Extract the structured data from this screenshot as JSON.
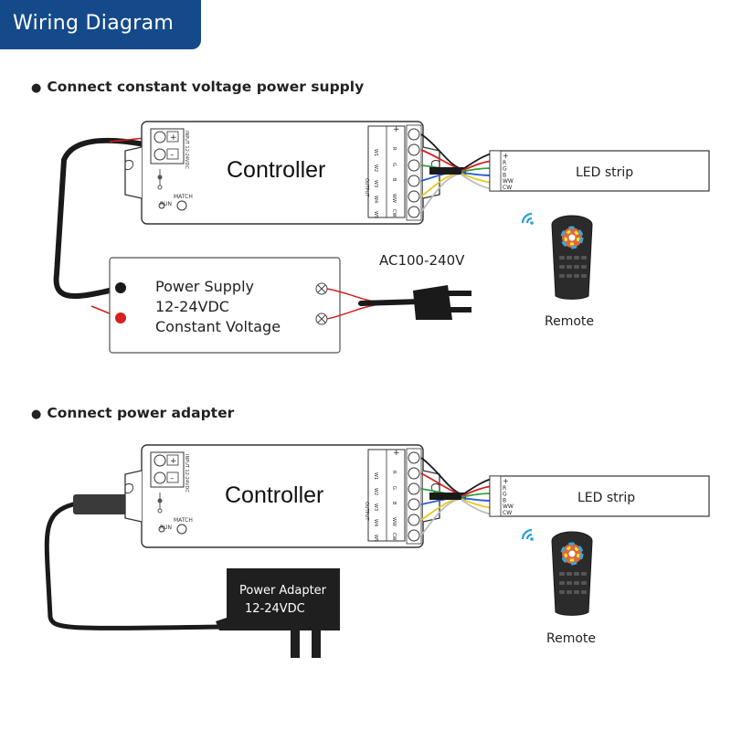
{
  "header": {
    "title": "Wiring Diagram",
    "color": "#154a8a"
  },
  "sections": [
    {
      "bullet": "●",
      "title": "Connect constant voltage power supply",
      "controller": {
        "label": "Controller",
        "input_label": "INPUT\n12-24VDC",
        "plus": "+",
        "minus": "–",
        "run": "RUN",
        "match": "MATCH",
        "output_label": "OUTPUT",
        "outputs_a": [
          "W1",
          "W2",
          "W3",
          "W4",
          "W5"
        ],
        "outputs_b": [
          "+",
          "R",
          "G",
          "B",
          "WW",
          "CW"
        ]
      },
      "led_strip": {
        "label": "LED strip",
        "pins": [
          "+",
          "R",
          "G",
          "B",
          "WW",
          "CW"
        ]
      },
      "power_supply": {
        "line1": "Power Supply",
        "line2": "12-24VDC",
        "line3": "Constant Voltage"
      },
      "ac_label": "AC100-240V",
      "remote_label": "Remote"
    },
    {
      "bullet": "●",
      "title": "Connect power adapter",
      "controller": {
        "label": "Controller",
        "input_label": "INPUT\n12-24VDC",
        "plus": "+",
        "minus": "–",
        "run": "RUN",
        "match": "MATCH",
        "output_label": "OUTPUT",
        "outputs_a": [
          "W1",
          "W2",
          "W3",
          "W4",
          "W5"
        ],
        "outputs_b": [
          "+",
          "R",
          "G",
          "B",
          "WW",
          "CW"
        ]
      },
      "led_strip": {
        "label": "LED strip",
        "pins": [
          "+",
          "R",
          "G",
          "B",
          "WW",
          "CW"
        ]
      },
      "adapter": {
        "line1": "Power Adapter",
        "line2": "12-24VDC"
      },
      "remote_label": "Remote"
    }
  ],
  "wire_colors": {
    "red": "#d42020",
    "black": "#1a1a1a",
    "green": "#2e9e3e",
    "blue": "#2a5fd0",
    "yellow": "#e8c81a",
    "white": "#cfcfcf"
  }
}
